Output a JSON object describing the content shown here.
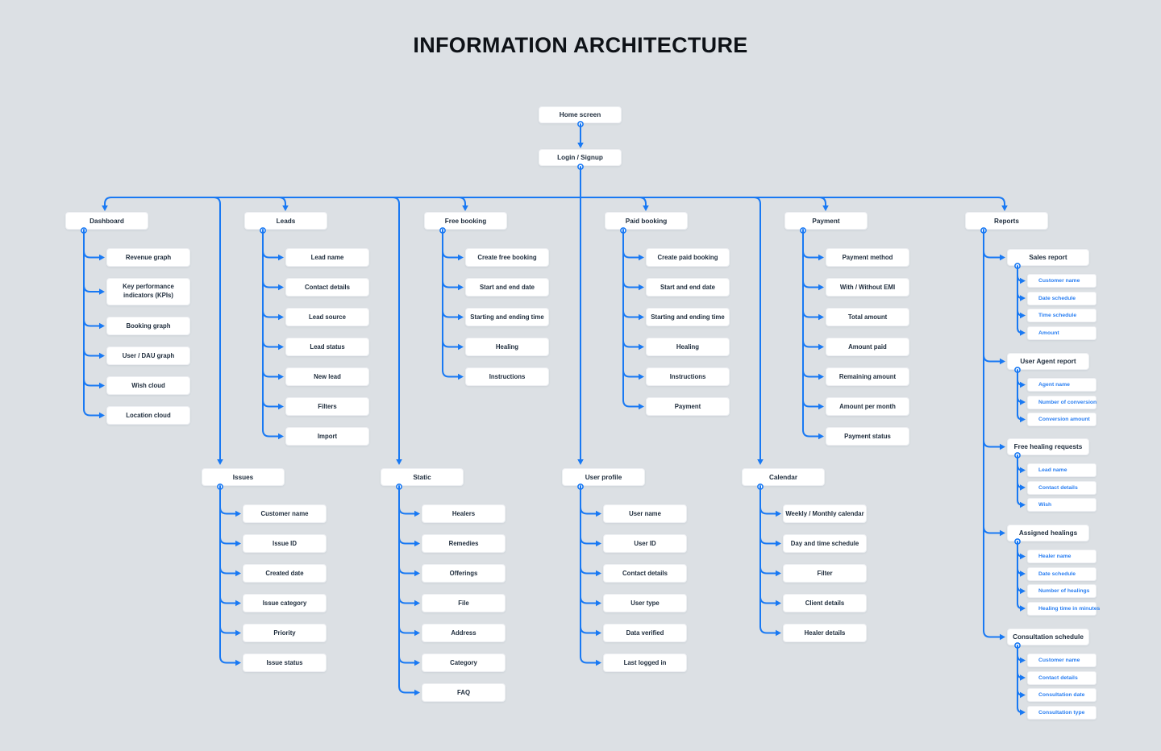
{
  "title": "INFORMATION ARCHITECTURE",
  "colors": {
    "background": "#dce0e4",
    "box": "#ffffff",
    "connector_blue": "#1979f3",
    "dark_text": "#1e2c3c",
    "leaf_text_blue": "#2a7ff2",
    "title_text": "#0e1217"
  },
  "flow": {
    "home": "Home screen",
    "login": "Login / Signup"
  },
  "sections_row1": [
    {
      "id": "dashboard",
      "label": "Dashboard",
      "children": [
        {
          "label": "Revenue graph"
        },
        {
          "label": "Key performance indicators (KPIs)",
          "lines": 2
        },
        {
          "label": "Booking graph"
        },
        {
          "label": "User / DAU graph"
        },
        {
          "label": "Wish cloud"
        },
        {
          "label": "Location cloud"
        }
      ]
    },
    {
      "id": "leads",
      "label": "Leads",
      "children": [
        {
          "label": "Lead name"
        },
        {
          "label": "Contact details"
        },
        {
          "label": "Lead source"
        },
        {
          "label": "Lead status"
        },
        {
          "label": "New lead"
        },
        {
          "label": "Filters"
        },
        {
          "label": "Import"
        }
      ]
    },
    {
      "id": "free-booking",
      "label": "Free booking",
      "children": [
        {
          "label": "Create free booking"
        },
        {
          "label": "Start and end date"
        },
        {
          "label": "Starting and ending time"
        },
        {
          "label": "Healing"
        },
        {
          "label": "Instructions"
        }
      ]
    },
    {
      "id": "paid-booking",
      "label": "Paid booking",
      "children": [
        {
          "label": "Create paid booking"
        },
        {
          "label": "Start and end date"
        },
        {
          "label": "Starting and ending time"
        },
        {
          "label": "Healing"
        },
        {
          "label": "Instructions"
        },
        {
          "label": "Payment"
        }
      ]
    },
    {
      "id": "payment",
      "label": "Payment",
      "children": [
        {
          "label": "Payment method"
        },
        {
          "label": "With / Without EMI"
        },
        {
          "label": "Total amount"
        },
        {
          "label": "Amount paid"
        },
        {
          "label": "Remaining amount"
        },
        {
          "label": "Amount per month"
        },
        {
          "label": "Payment status"
        }
      ]
    }
  ],
  "sections_row2": [
    {
      "id": "issues",
      "label": "Issues",
      "children": [
        {
          "label": "Customer name"
        },
        {
          "label": "Issue ID"
        },
        {
          "label": "Created date"
        },
        {
          "label": "Issue category"
        },
        {
          "label": "Priority"
        },
        {
          "label": "Issue status"
        }
      ]
    },
    {
      "id": "static",
      "label": "Static",
      "children": [
        {
          "label": "Healers"
        },
        {
          "label": "Remedies"
        },
        {
          "label": "Offerings"
        },
        {
          "label": "File"
        },
        {
          "label": "Address"
        },
        {
          "label": "Category"
        },
        {
          "label": "FAQ"
        }
      ]
    },
    {
      "id": "user-profile",
      "label": "User profile",
      "children": [
        {
          "label": "User name"
        },
        {
          "label": "User ID"
        },
        {
          "label": "Contact details"
        },
        {
          "label": "User type"
        },
        {
          "label": "Data verified"
        },
        {
          "label": "Last logged in"
        }
      ]
    },
    {
      "id": "calendar",
      "label": "Calendar",
      "children": [
        {
          "label": "Weekly / Monthly calendar"
        },
        {
          "label": "Day and time schedule"
        },
        {
          "label": "Filter"
        },
        {
          "label": "Client details"
        },
        {
          "label": "Healer details"
        }
      ]
    }
  ],
  "reports": {
    "id": "reports",
    "label": "Reports",
    "groups": [
      {
        "label": "Sales report",
        "items": [
          "Customer name",
          "Date schedule",
          "Time schedule",
          "Amount"
        ]
      },
      {
        "label": "User Agent report",
        "items": [
          "Agent name",
          "Number of conversion",
          "Conversion amount"
        ]
      },
      {
        "label": "Free healing requests",
        "items": [
          "Lead name",
          "Contact details",
          "Wish"
        ]
      },
      {
        "label": "Assigned healings",
        "items": [
          "Healer name",
          "Date schedule",
          "Number of healings",
          "Healing time in minutes"
        ]
      },
      {
        "label": "Consultation schedule",
        "items": [
          "Customer name",
          "Contact details",
          "Consultation date",
          "Consultation type"
        ]
      }
    ]
  }
}
